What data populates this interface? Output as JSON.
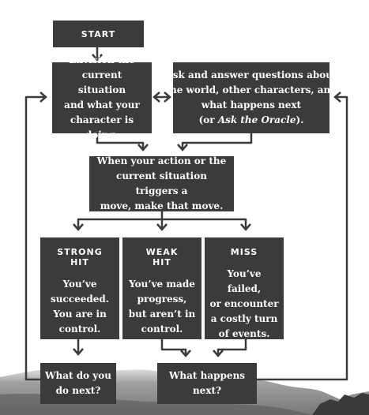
{
  "nodes": {
    "start": "START",
    "envision": [
      "Envision the",
      "current situation",
      "and what your",
      "character is doing."
    ],
    "ask": [
      "Ask and answer questions about",
      "the world, other characters, and",
      "what happens next"
    ],
    "ask_last_pre": "(or ",
    "ask_last_ital": "Ask the Oracle",
    "ask_last_post": ").",
    "trigger": [
      "When your action or the",
      "current situation triggers a",
      "move, make that move."
    ],
    "strong_title": [
      "STRONG",
      "HIT"
    ],
    "strong_body": [
      "You’ve",
      "succeeded.",
      "You are in",
      "control."
    ],
    "weak_title": [
      "WEAK",
      "HIT"
    ],
    "weak_body": [
      "You’ve made",
      "progress,",
      "but aren’t in",
      "control."
    ],
    "miss_title": [
      "MISS"
    ],
    "miss_body": [
      "You’ve failed,",
      "or encounter",
      "a costly turn",
      "of events."
    ],
    "do_next": [
      "What do you",
      "do next?"
    ],
    "happens_next": [
      "What happens",
      "next?"
    ]
  },
  "colors": {
    "box": "#3b3b3b",
    "text": "#ffffff",
    "line": "#3b3b3b"
  }
}
